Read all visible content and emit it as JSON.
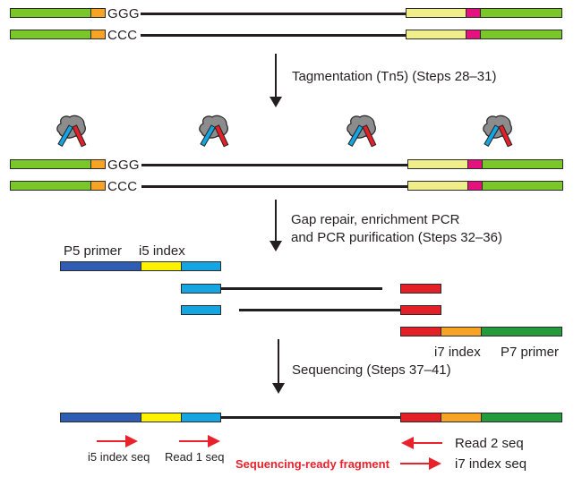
{
  "colors": {
    "adapter_green": "#7ac72a",
    "adapter_orange": "#f7a323",
    "insert_yellow": "#f0ee8b",
    "magenta": "#e5117f",
    "p5_blue": "#2f5db3",
    "i5_yellow": "#fff200",
    "read1_cyan": "#14a5e3",
    "read2_red": "#e32028",
    "i7_orange": "#f7a323",
    "p7_green": "#239a3b",
    "tn5_gray": "#8c8c8c",
    "arrow_red": "#e8212b",
    "line_black": "#231f20"
  },
  "stage1": {
    "top_overhang": "GGG",
    "bottom_overhang": "CCC"
  },
  "step1": {
    "label": "Tagmentation (Tn5) (Steps 28–31)"
  },
  "stage2": {
    "top_overhang": "GGG",
    "bottom_overhang": "CCC",
    "tn5_count": 4
  },
  "step2": {
    "label_line1": "Gap repair, enrichment PCR",
    "label_line2": "and PCR purification (Steps 32–36)"
  },
  "stage3": {
    "p5_label": "P5 primer",
    "i5_label": "i5 index",
    "i7_label": "i7 index",
    "p7_label": "P7 primer"
  },
  "step3": {
    "label": "Sequencing (Steps 37–41)"
  },
  "stage4": {
    "i5_seq_label": "i5 index seq",
    "read1_label": "Read 1 seq",
    "read2_label": "Read 2 seq",
    "i7_seq_label": "i7 index seq",
    "fragment_label": "Sequencing-ready fragment"
  }
}
